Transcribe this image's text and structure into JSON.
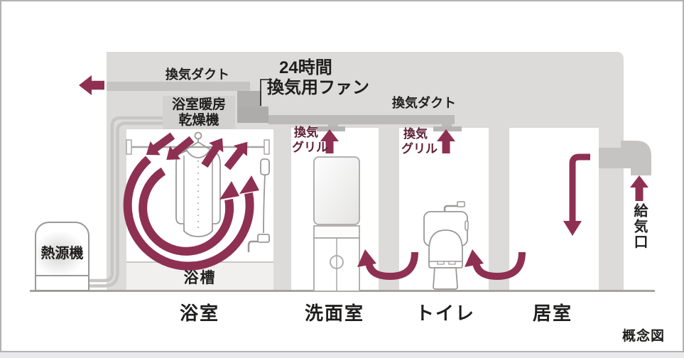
{
  "colors": {
    "accent_maroon": "#8e3052",
    "grill_label_maroon": "#5e2135",
    "wall_gray": "#dcdbd9",
    "duct_gray": "#bcbab8",
    "text_black": "#1f1e1d"
  },
  "top": {
    "duct_label_left": "換気ダクト",
    "fan_label_line1": "24時間",
    "fan_label_line2": "換気用ファン",
    "duct_label_right": "換気ダクト"
  },
  "units": {
    "dryer_line1": "浴室暖房",
    "dryer_line2": "乾燥機",
    "heat_source": "熱源機"
  },
  "grills": {
    "wash_line1": "換気",
    "wash_line2": "グリル",
    "toilet_line1": "換気",
    "toilet_line2": "グリル"
  },
  "rooms": {
    "bath": "浴室",
    "wash": "洗面室",
    "toilet": "トイレ",
    "living": "居室",
    "bathtub": "浴槽"
  },
  "inlet_label": "給気口",
  "caption": "概念図"
}
